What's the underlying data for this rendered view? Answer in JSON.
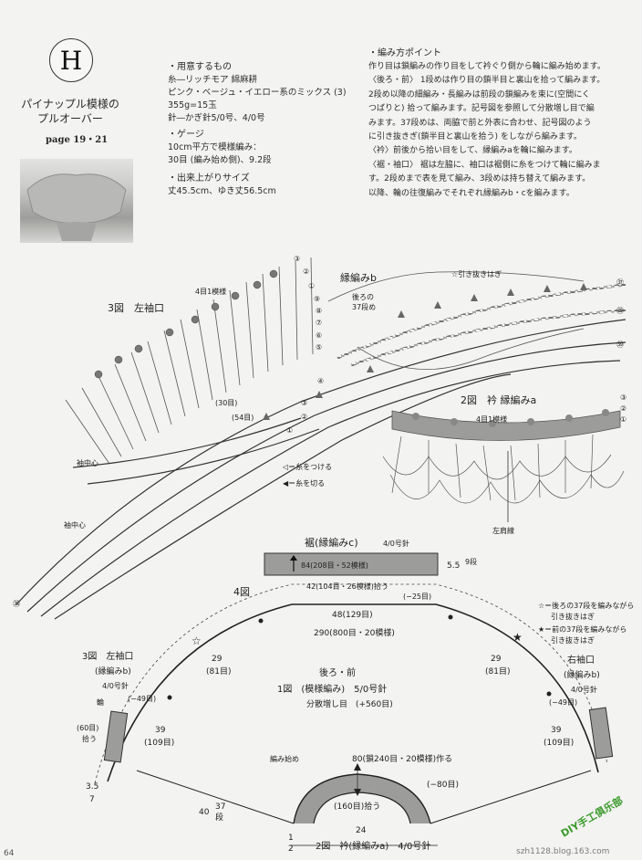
{
  "header": {
    "letter": "H",
    "title_line1": "パイナップル模様の",
    "title_line2": "プルオーバー",
    "page_ref": "page 19・21"
  },
  "materials": {
    "heading": "・用意するもの",
    "line1": "糸―リッチモア 綿麻耕",
    "line2": "ピンク・ベージュ・イエロー系のミックス (3)",
    "line3": "355g=15玉",
    "line4": "針―かぎ針5/0号、4/0号"
  },
  "gauge": {
    "heading": "・ゲージ",
    "line1": "10cm平方で模様編み：",
    "line2": "30目 (編み始め側)、9.2段"
  },
  "size": {
    "heading": "・出来上がりサイズ",
    "line1": "丈45.5cm、ゆき丈56.5cm"
  },
  "points": {
    "heading": "・編み方ポイント",
    "lines": [
      "作り目は鎖編みの作り目をして衿ぐり側から輪に編み始めます。",
      "〈後ろ・前〉 1段めは作り目の鎖半目と裏山を拾って編みます。",
      "2段め以降の細編み・長編みは前段の鎖編みを束に(空間にく",
      "つばりと) 拾って編みます。記号図を参照して分散増し目で編",
      "みます。37段めは、両脇で前と外表に合わせ、記号図のよう",
      "に引き抜きぎ(鎖半目と裏山を拾う) をしながら編みます。",
      "〈衿〉前後から拾い目をして、縁編みaを輪に編みます。",
      "〈裾・袖口〉 裾は左脇に、袖口は裾側に糸をつけて輪に編みま",
      "す。2段めまで表を見て編み、3段めは持ち替えて編みます。",
      "以降、輪の往復編みでそれぞれ縁編みb・cを編みます。"
    ]
  },
  "diagram3": {
    "title": "3図　左袖口",
    "border_label": "縁編みb",
    "repeat": "4目1模様",
    "slip": "☆引き抜きはぎ",
    "back_rows": "後ろの\n37段め",
    "count30": "(30目)",
    "count54": "(54目)",
    "sleeve_center": "袖中心",
    "sleeve_center2": "袖中心",
    "legend_attach": "◁＝糸をつける",
    "legend_cut": "◀＝糸を切る",
    "row_marks": [
      "③",
      "②",
      "①",
      "⑨",
      "⑧",
      "⑦",
      "⑥",
      "⑤",
      "④",
      "③",
      "②",
      "①"
    ],
    "circ_right": [
      "㊲",
      "㊱",
      "㊴"
    ],
    "circ_left": "㊳"
  },
  "diagram2": {
    "title": "2図　衿 縁編みa",
    "repeat": "4目1模様",
    "shoulder": "左肩線",
    "marks": [
      "③",
      "②",
      "①"
    ]
  },
  "schematic": {
    "hem_title": "裾(縁編みc)",
    "hem_needle": "4/0号針",
    "ring": "輪",
    "hem_count": "84(208目・52模様)",
    "hem_pickup": "42(104目・26模様)拾う",
    "hem_dec": "(−25目)",
    "hem_depth": "5.5",
    "hem_rows": "9段",
    "fig4": "4図",
    "top_width": "48(129目)",
    "outer": "290(800目・20模様)",
    "left29": "29",
    "left81": "(81目)",
    "right29": "29",
    "right81": "(81目)",
    "body_title": "後ろ・前",
    "fig1": "1図　(模様編み)　5/0号針",
    "inc": "分散増し目　(+560目)",
    "left39": "39",
    "left109": "(109目)",
    "right39": "39",
    "right109": "(109目)",
    "start": "編み始め",
    "chain": "80(鎖240目・20模様)作る",
    "dec80": "(−80目)",
    "neck_pick": "(160目)拾う",
    "n24": "24",
    "n40": "40",
    "n37": "37",
    "dan": "段",
    "n35": "3.5",
    "n7": "7",
    "n1": "1",
    "n2": "2",
    "fig2_bottom": "2図　衿(縁編みa)　4/0号針",
    "left_title": "3図　左袖口",
    "left_sub": "(縁編みb)",
    "left_needle": "4/0号針",
    "left_ring": "輪",
    "left_dec": "(−49目)",
    "left_pick": "(60目)\n拾う",
    "right_title": "右袖口",
    "right_sub": "(縁編みb)",
    "right_needle": "4/0号針",
    "right_dec": "(−49目)",
    "note1": "☆＝後ろの37段を編みながら",
    "note1b": "引き抜きはぎ",
    "note2": "★＝前の37段を編みながら",
    "note2b": "引き抜きはぎ"
  },
  "footer": {
    "page_no": "64",
    "watermark": "szh1128.blog.163.com",
    "stamp": "DIY手工俱乐部"
  }
}
